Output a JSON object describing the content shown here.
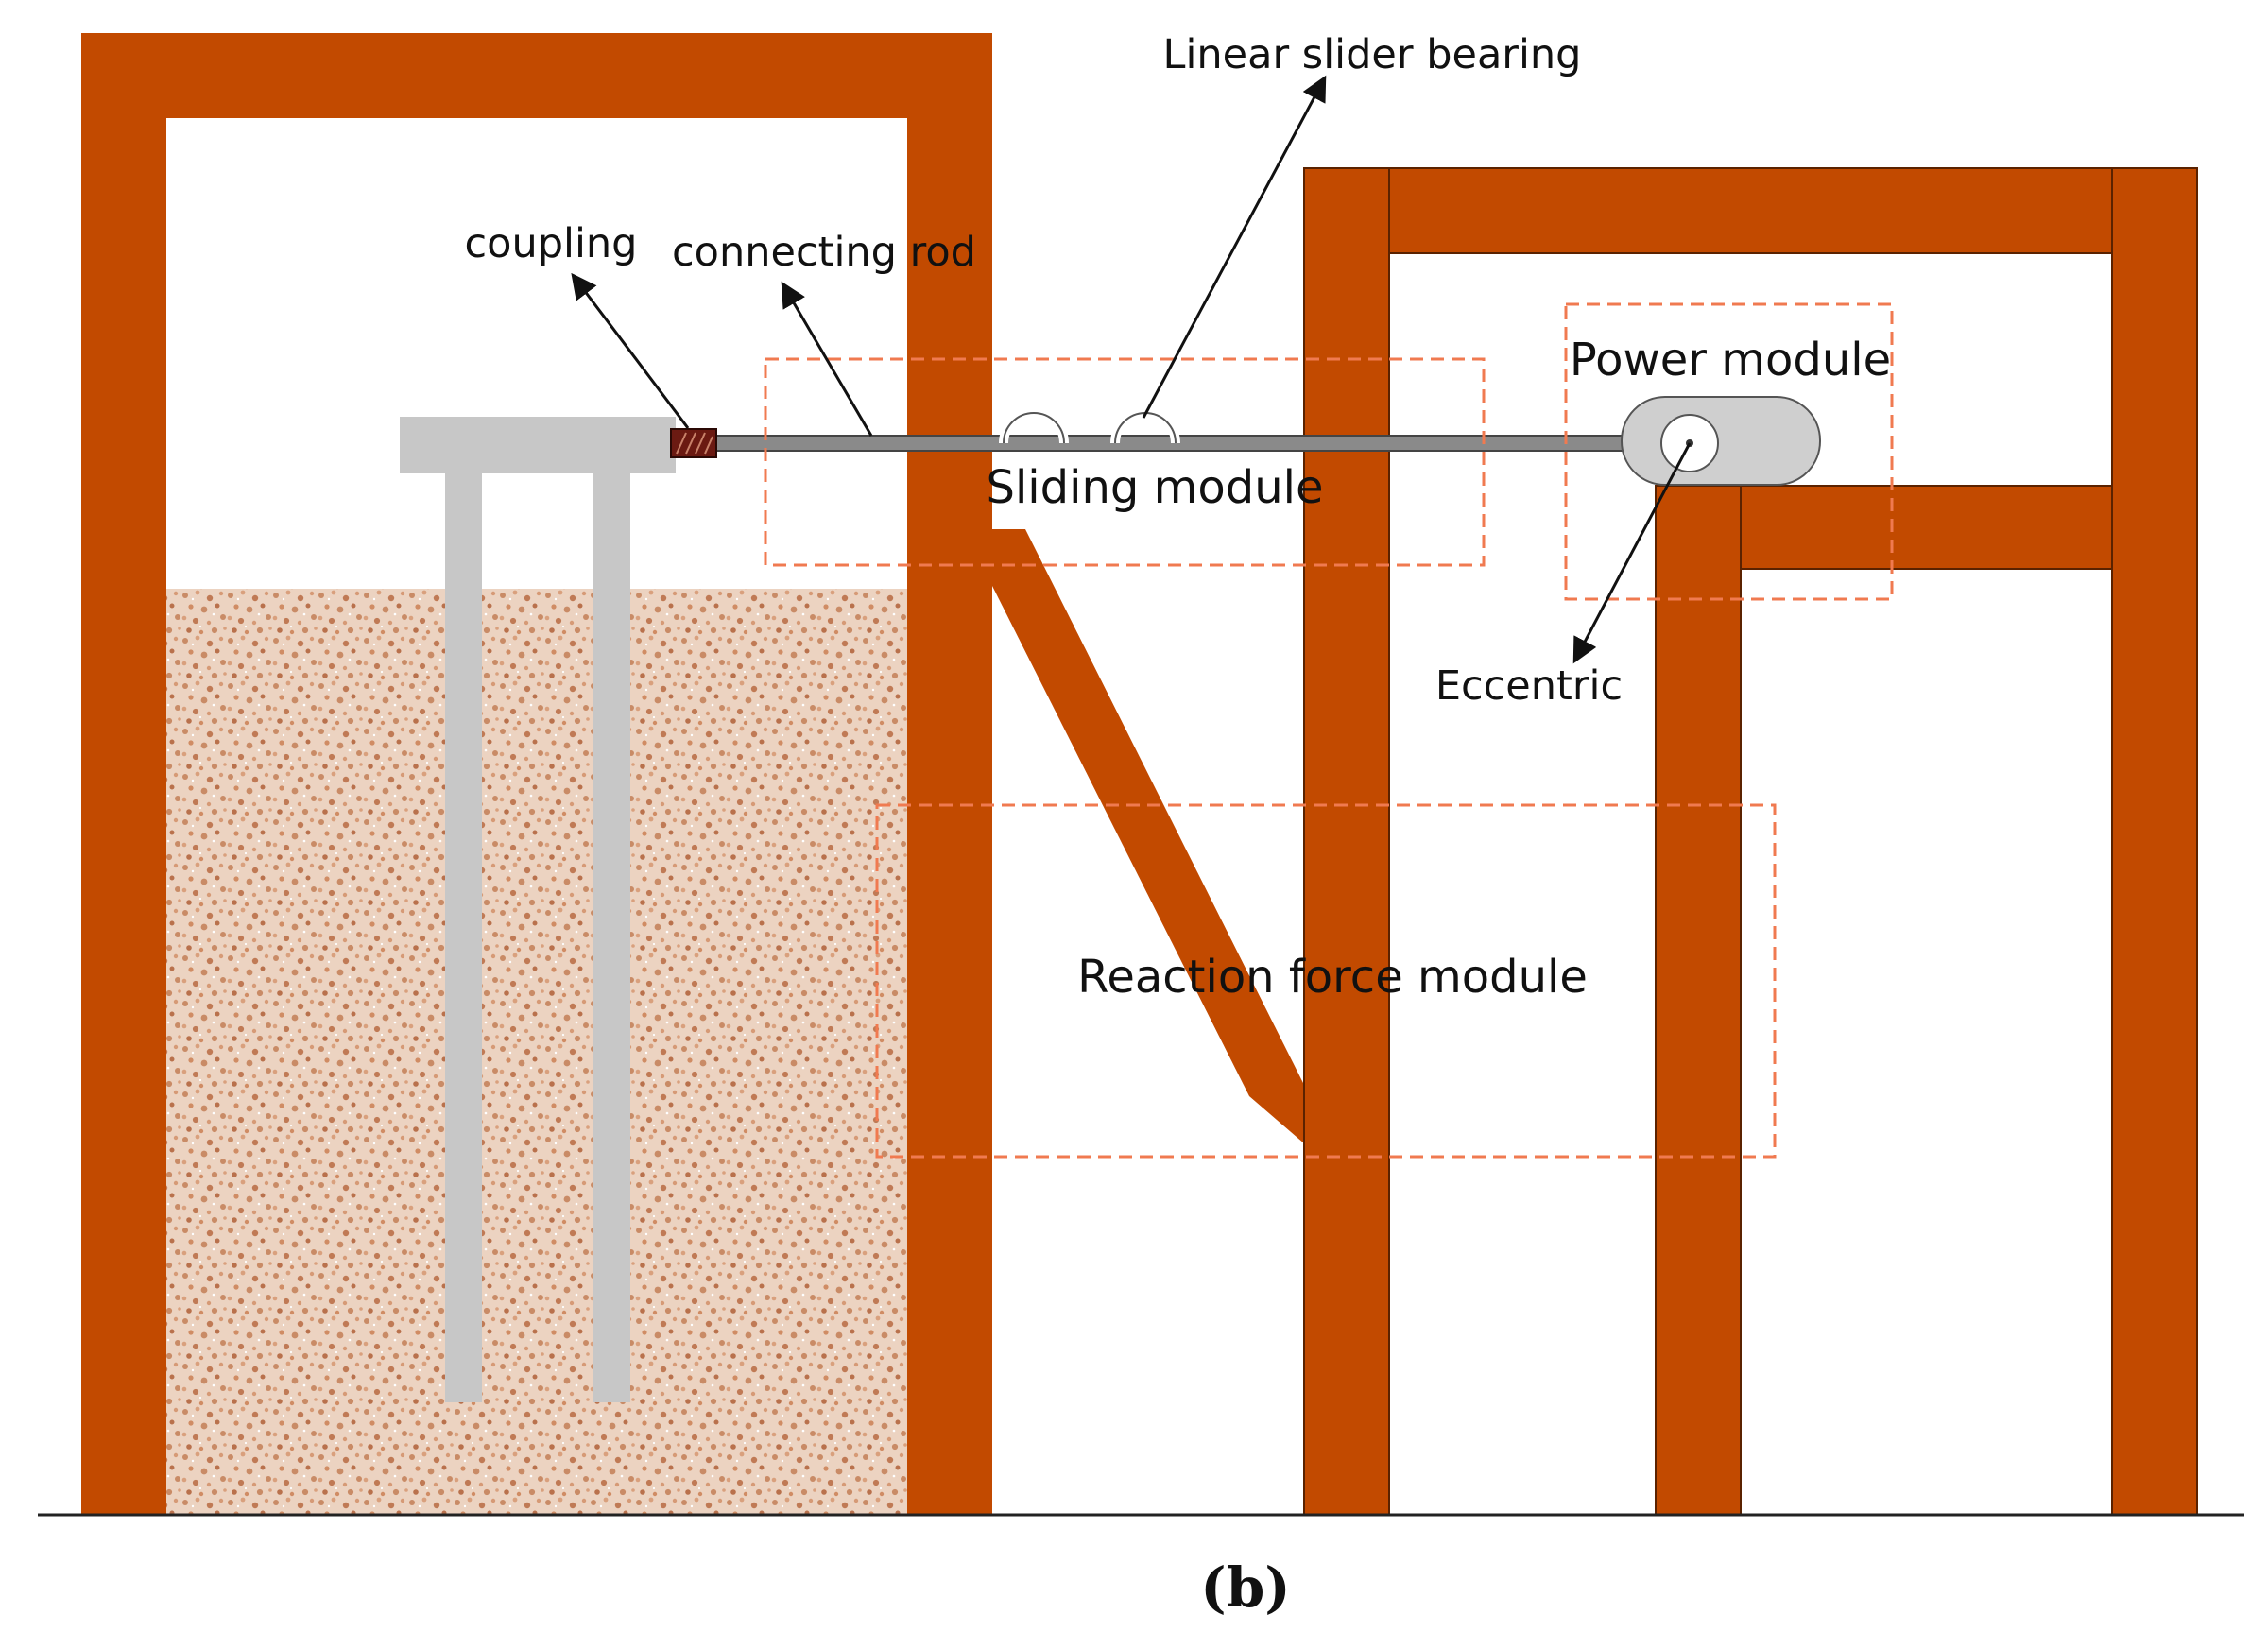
{
  "labels": {
    "linear_slider_bearing": "Linear slider bearing",
    "coupling": "coupling",
    "connecting_rod": "connecting rod",
    "power_module": "Power module",
    "sliding_module": "Sliding module",
    "eccentric": "Eccentric",
    "reaction_force_module": "Reaction force module",
    "caption": "(b)"
  },
  "colors": {
    "frame": "#c24a00",
    "frame_edge": "#5a2200",
    "pile": "#c7c7c7",
    "soil_base": "#e8c9b4",
    "soil_grain": "#c98b66",
    "rod": "#8a8a8a",
    "coupling": "#6b1a12",
    "module_box": "#f07a50",
    "arrow": "#111111"
  }
}
